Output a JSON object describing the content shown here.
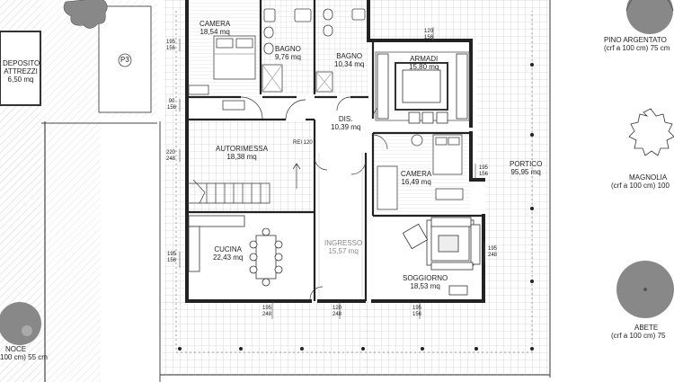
{
  "rooms": {
    "camera1": {
      "name": "CAMERA",
      "area": "18,54 mq"
    },
    "bagno1": {
      "name": "BAGNO",
      "area": "9,76 mq"
    },
    "bagno2": {
      "name": "BAGNO",
      "area": "10,34 mq"
    },
    "armadi": {
      "name": "ARMADI",
      "area": "15,80 mq"
    },
    "dis": {
      "name": "DIS.",
      "area": "10,39 mq"
    },
    "autorimessa": {
      "name": "AUTORIMESSA",
      "area": "18,38 mq"
    },
    "camera2": {
      "name": "CAMERA",
      "area": "16,49 mq"
    },
    "portico": {
      "name": "PORTICO",
      "area": "95,95 mq"
    },
    "cucina": {
      "name": "CUCINA",
      "area": "22,43 mq"
    },
    "ingresso": {
      "name": "INGRESSO",
      "area": "15,57 mq"
    },
    "soggiorno": {
      "name": "SOGGIORNO",
      "area": "18,53 mq"
    },
    "deposito": {
      "name": "DEPOSITO ATTREZZI",
      "area": "6,50 mq"
    }
  },
  "parking": {
    "label": "P3"
  },
  "rei": "REI 120",
  "dims": {
    "d1": [
      "195",
      "156"
    ],
    "d2": [
      "90",
      "156"
    ],
    "d3": [
      "220",
      "248"
    ],
    "d4": [
      "195",
      "156"
    ],
    "d5": [
      "120",
      "156"
    ],
    "d6": [
      "195",
      "156"
    ],
    "d7": [
      "195",
      "248"
    ],
    "d8": [
      "195",
      "248"
    ],
    "d9": [
      "120",
      "248"
    ],
    "d10": [
      "195",
      "156"
    ]
  },
  "trees": {
    "pino": {
      "name": "PINO ARGENTATO",
      "size": "(crf a 100 cm) 75 cm"
    },
    "magnolia": {
      "name": "MAGNOLIA",
      "size": "(crf a 100 cm) 100"
    },
    "abete": {
      "name": "ABETE",
      "size": "(crf a 100 cm) 75"
    },
    "noce": {
      "name": "NOCE",
      "size": "100 cm) 55 cm"
    }
  },
  "colors": {
    "wall": "#222222",
    "hatch": "#b8b8b8",
    "foliage": "#8a8a8a"
  }
}
